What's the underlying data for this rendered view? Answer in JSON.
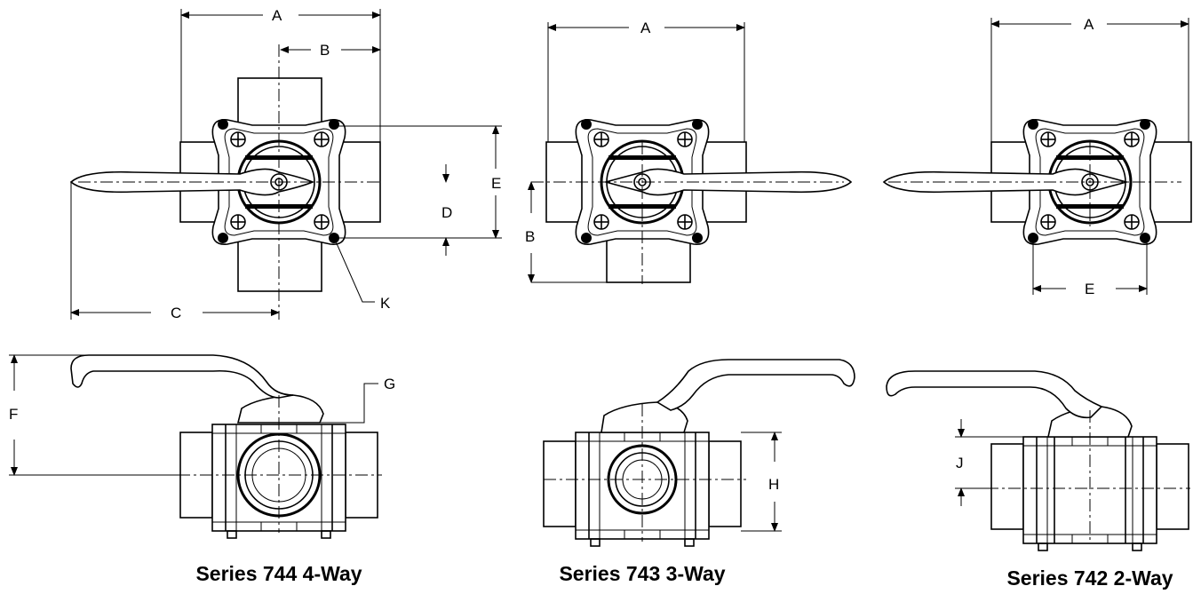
{
  "captions": {
    "s744": "Series 744  4-Way",
    "s743": "Series 743  3-Way",
    "s742": "Series 742  2-Way"
  },
  "dims": {
    "A": "A",
    "B": "B",
    "C": "C",
    "D": "D",
    "E": "E",
    "F": "F",
    "G": "G",
    "H": "H",
    "J": "J",
    "K": "K"
  }
}
